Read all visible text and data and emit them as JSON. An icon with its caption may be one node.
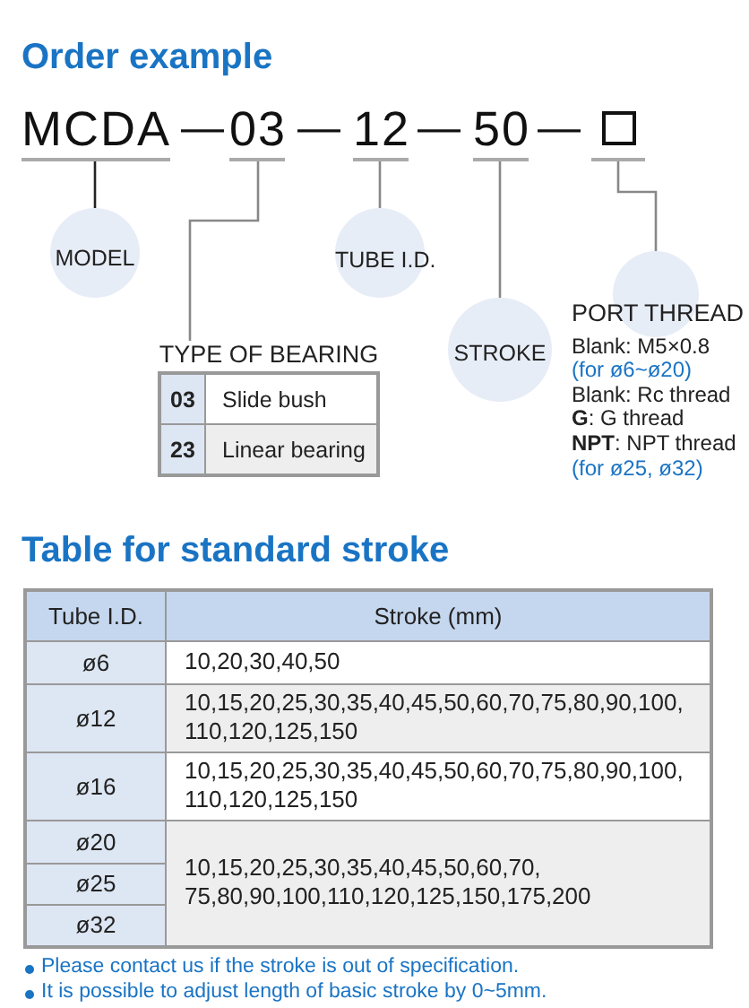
{
  "diagram": {
    "title": "Order example",
    "nodes": [
      {
        "text": [
          "MCDA"
        ]
      },
      {
        "text": [
          "03"
        ]
      },
      {
        "text": [
          "12"
        ]
      },
      {
        "text": [
          "50"
        ]
      },
      {
        "text": [],
        "shape": "box"
      },
      {
        "text": [
          "MODEL"
        ]
      },
      {
        "text": [
          "TYPE OF BEARING"
        ]
      },
      {
        "text": [
          "TUBE I.D."
        ]
      },
      {
        "text": [
          "STROKE"
        ]
      },
      {
        "text": [
          "PORT THREAD",
          "Blank: M5×0.8",
          "(for ø6~ø20)",
          "Blank: Rc thread",
          "**G**: G thread",
          "**NPT**: NPT thread",
          "(for ø25, ø32)"
        ]
      }
    ],
    "edges": [
      {
        "from": 0,
        "to": 5,
        "arrow": "none",
        "color": "#222222"
      },
      {
        "from": 1,
        "to": 6,
        "arrow": "none"
      },
      {
        "from": 2,
        "to": 7,
        "arrow": "none"
      },
      {
        "from": 3,
        "to": 8,
        "arrow": "none"
      },
      {
        "from": 4,
        "to": 9,
        "arrow": "none"
      }
    ],
    "labels": [
      "—",
      "—",
      "—",
      "—",
      "03",
      "Slide bush",
      "23",
      "Linear bearing",
      "Table for standard stroke",
      "Tube I.D.",
      "Stroke (mm)",
      "ø6",
      "10,20,30,40,50",
      "ø12",
      "10,15,20,25,30,35,40,45,50,60,70,75,80,90,100, 110,120,125,150",
      "ø16",
      "10,15,20,25,30,35,40,45,50,60,70,75,80,90,100, 110,120,125,150",
      "ø20",
      "10,15,20,25,30,35,40,45,50,60,70, 75,80,90,100,110,120,125,150,175,200",
      "ø25",
      "ø32",
      "Please contact us if the stroke is out of specification.",
      "It is possible to adjust length of basic stroke by 0~5mm."
    ]
  }
}
